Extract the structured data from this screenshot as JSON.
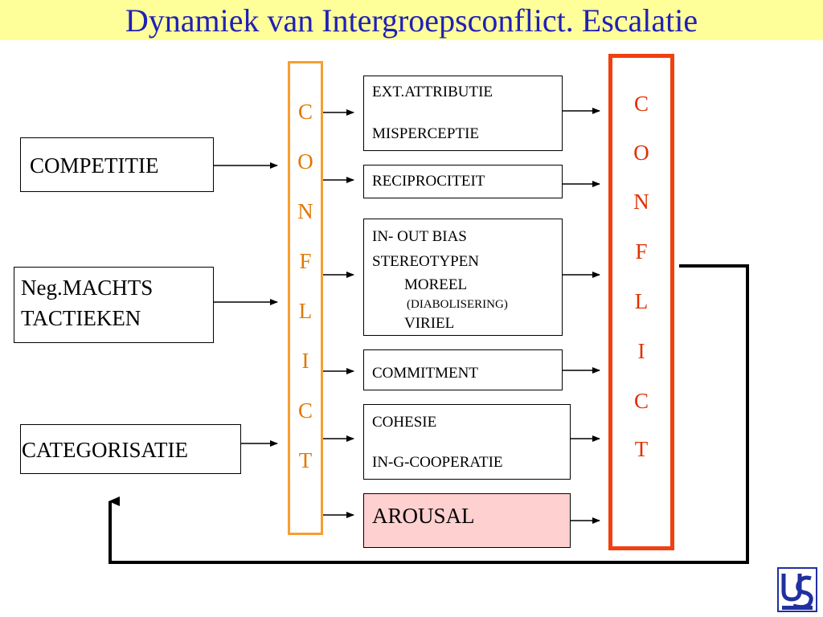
{
  "title": "Dynamiek van Intergroepsconflict. Escalatie",
  "inputs": {
    "competitie": "COMPETITIE",
    "machts_line1": "Neg.MACHTS",
    "machts_line2": "TACTIEKEN",
    "categorisatie": "CATEGORISATIE"
  },
  "conflict_letters": [
    "C",
    "O",
    "N",
    "F",
    "L",
    "I",
    "C",
    "T"
  ],
  "processes": {
    "ext_attributie": "EXT.ATTRIBUTIE",
    "misperceptie": "MISPERCEPTIE",
    "reciprociteit": "RECIPROCITEIT",
    "in_out_bias": "IN- OUT BIAS",
    "stereotypen": "STEREOTYPEN",
    "moreel": "MOREEL",
    "diabolisering": "(DIABOLISERING)",
    "viriel": "VIRIEL",
    "commitment": "COMMITMENT",
    "cohesie": "COHESIE",
    "in_g_cooperatie": "IN-G-COOPERATIE",
    "arousal": "AROUSAL"
  },
  "colors": {
    "title_bg": "#ffff99",
    "title_text": "#2020b8",
    "left_conflict_border": "#f5a030",
    "left_conflict_text": "#e07800",
    "right_conflict_border": "#f04010",
    "right_conflict_text": "#e03000",
    "arousal_bg": "#ffd0d0"
  },
  "logo_icon": "university-logo-icon"
}
